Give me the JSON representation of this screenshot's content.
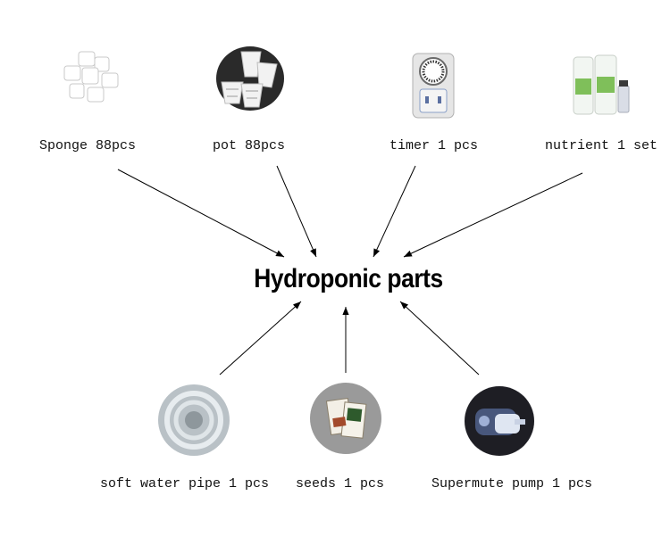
{
  "title": "Hydroponic parts",
  "parts": [
    {
      "label": "Sponge 88pcs",
      "icon": "sponge-cubes-icon"
    },
    {
      "label": "pot 88pcs",
      "icon": "net-pot-icon"
    },
    {
      "label": "timer 1 pcs",
      "icon": "plug-timer-icon"
    },
    {
      "label": "nutrient 1 set",
      "icon": "nutrient-bottles-icon"
    },
    {
      "label": "soft water pipe 1 pcs",
      "icon": "water-pipe-icon"
    },
    {
      "label": "seeds 1 pcs",
      "icon": "seed-packets-icon"
    },
    {
      "label": "Supermute pump 1 pcs",
      "icon": "water-pump-icon"
    }
  ],
  "colors": {
    "line": "#000000",
    "text": "#111111",
    "sponge": "#ffffff",
    "pot": "#f2f2f2",
    "timer": "#e6e6e6",
    "nutrient": "#7fbf5a",
    "pipe": "#d0d7dc",
    "seeds": "#9a9a9a",
    "pump": "#1e1e24"
  }
}
